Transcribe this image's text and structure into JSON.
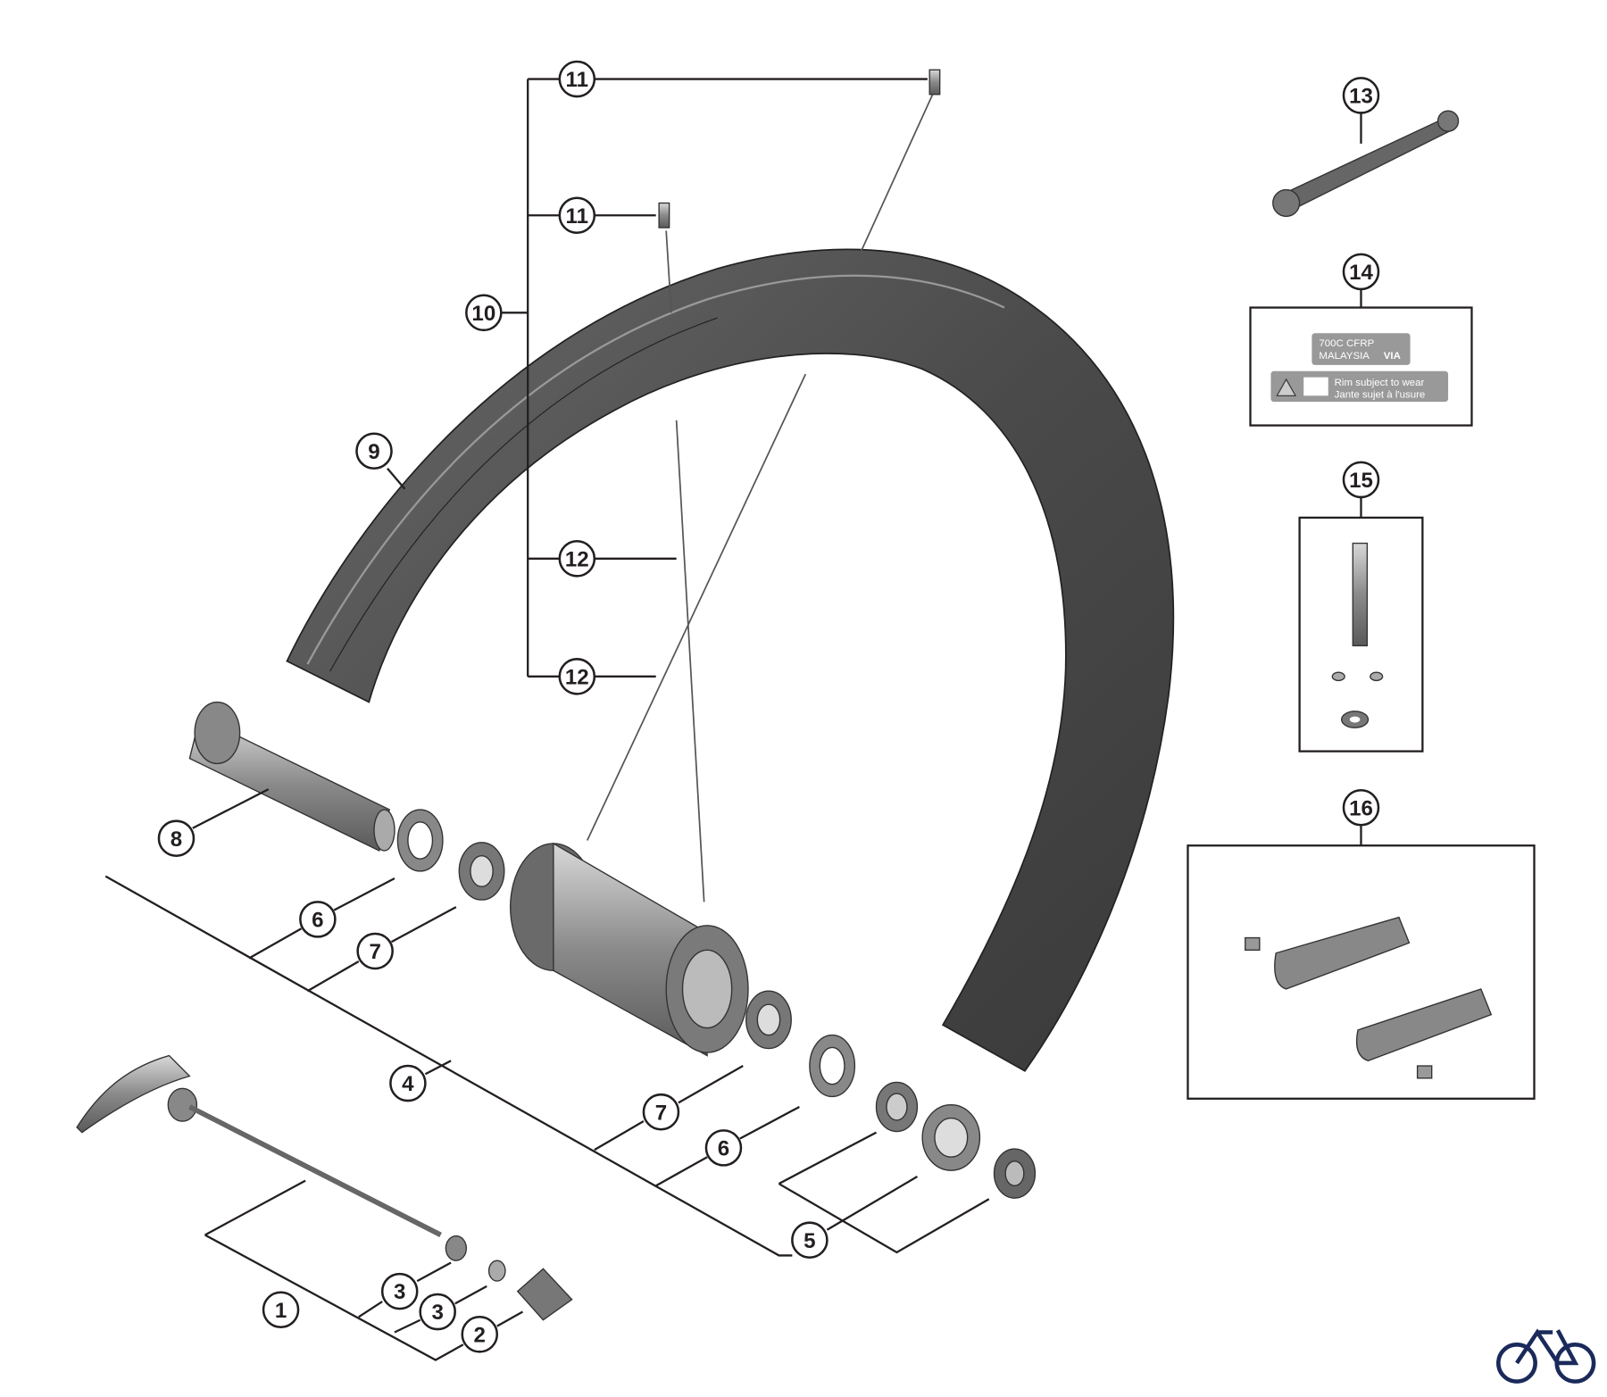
{
  "diagram": {
    "title": "Front wheel exploded parts diagram",
    "callouts": [
      "1",
      "2",
      "3",
      "3",
      "4",
      "5",
      "6",
      "6",
      "7",
      "7",
      "8",
      "9",
      "10",
      "11",
      "11",
      "12",
      "12",
      "13",
      "14",
      "15",
      "16"
    ],
    "label_14": {
      "line1": "700C  CFRP",
      "line2": "MALAYSIA",
      "brand": "VIA",
      "warning1": "Rim subject to wear",
      "warning2": "Jante sujet à l'usure"
    },
    "icons": [
      "bicycle-logo-icon",
      "warning-icon",
      "info-book-icon"
    ]
  }
}
